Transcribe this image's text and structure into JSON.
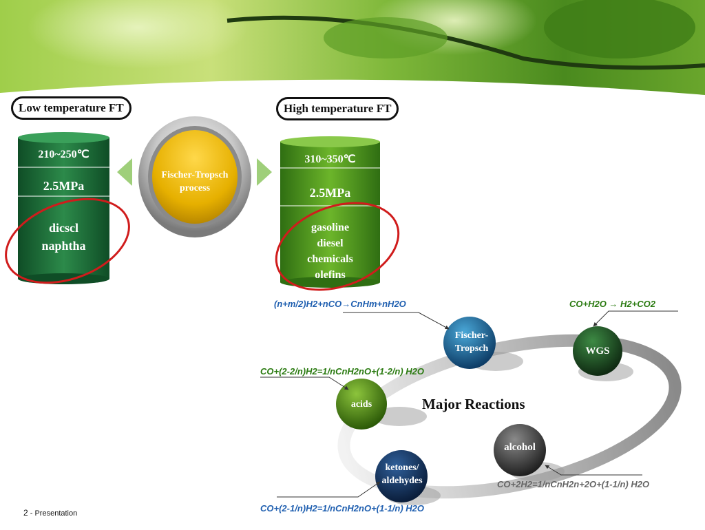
{
  "colors": {
    "dark_green": "#1d6b3a",
    "light_green": "#5a9a22",
    "gold": "#e6b800",
    "red_ellipse": "#d01c1c",
    "eq_blue": "#1f5fb0",
    "eq_green": "#2a7a10",
    "eq_gray": "#666666"
  },
  "low_temp": {
    "title": "Low temperature FT",
    "temp": "210~250℃",
    "pressure": "2.5MPa",
    "products": [
      "dicscl",
      "naphtha"
    ]
  },
  "center": {
    "line1": "Fischer-Tropsch",
    "line2": "process"
  },
  "high_temp": {
    "title": "High temperature FT",
    "temp": "310~350℃",
    "pressure": "2.5MPa",
    "products": [
      "gasoline",
      "diesel",
      "chemicals",
      "olefins"
    ]
  },
  "reactions": {
    "title": "Major Reactions",
    "nodes": {
      "ft": [
        "Fischer-",
        "Tropsch"
      ],
      "wgs": "WGS",
      "acids": "acids",
      "alcohol": "alcohol",
      "ketones": [
        "ketones/",
        "aldehydes"
      ]
    },
    "equations": {
      "ft": "(n+m/2)H2+nCO→CnHm+nH2O",
      "wgs": "CO+H2O → H2+CO2",
      "acids": "CO+(2-2/n)H2=1/nCnH2nO+(1-2/n) H2O",
      "alcohol": "CO+2H2=1/nCnH2n+2O+(1-1/n) H2O",
      "ketones": "CO+(2-1/n)H2=1/nCnH2nO+(1-1/n) H2O"
    }
  },
  "footer": {
    "page_number": "2",
    "separator": " - ",
    "label": "Presentation"
  }
}
